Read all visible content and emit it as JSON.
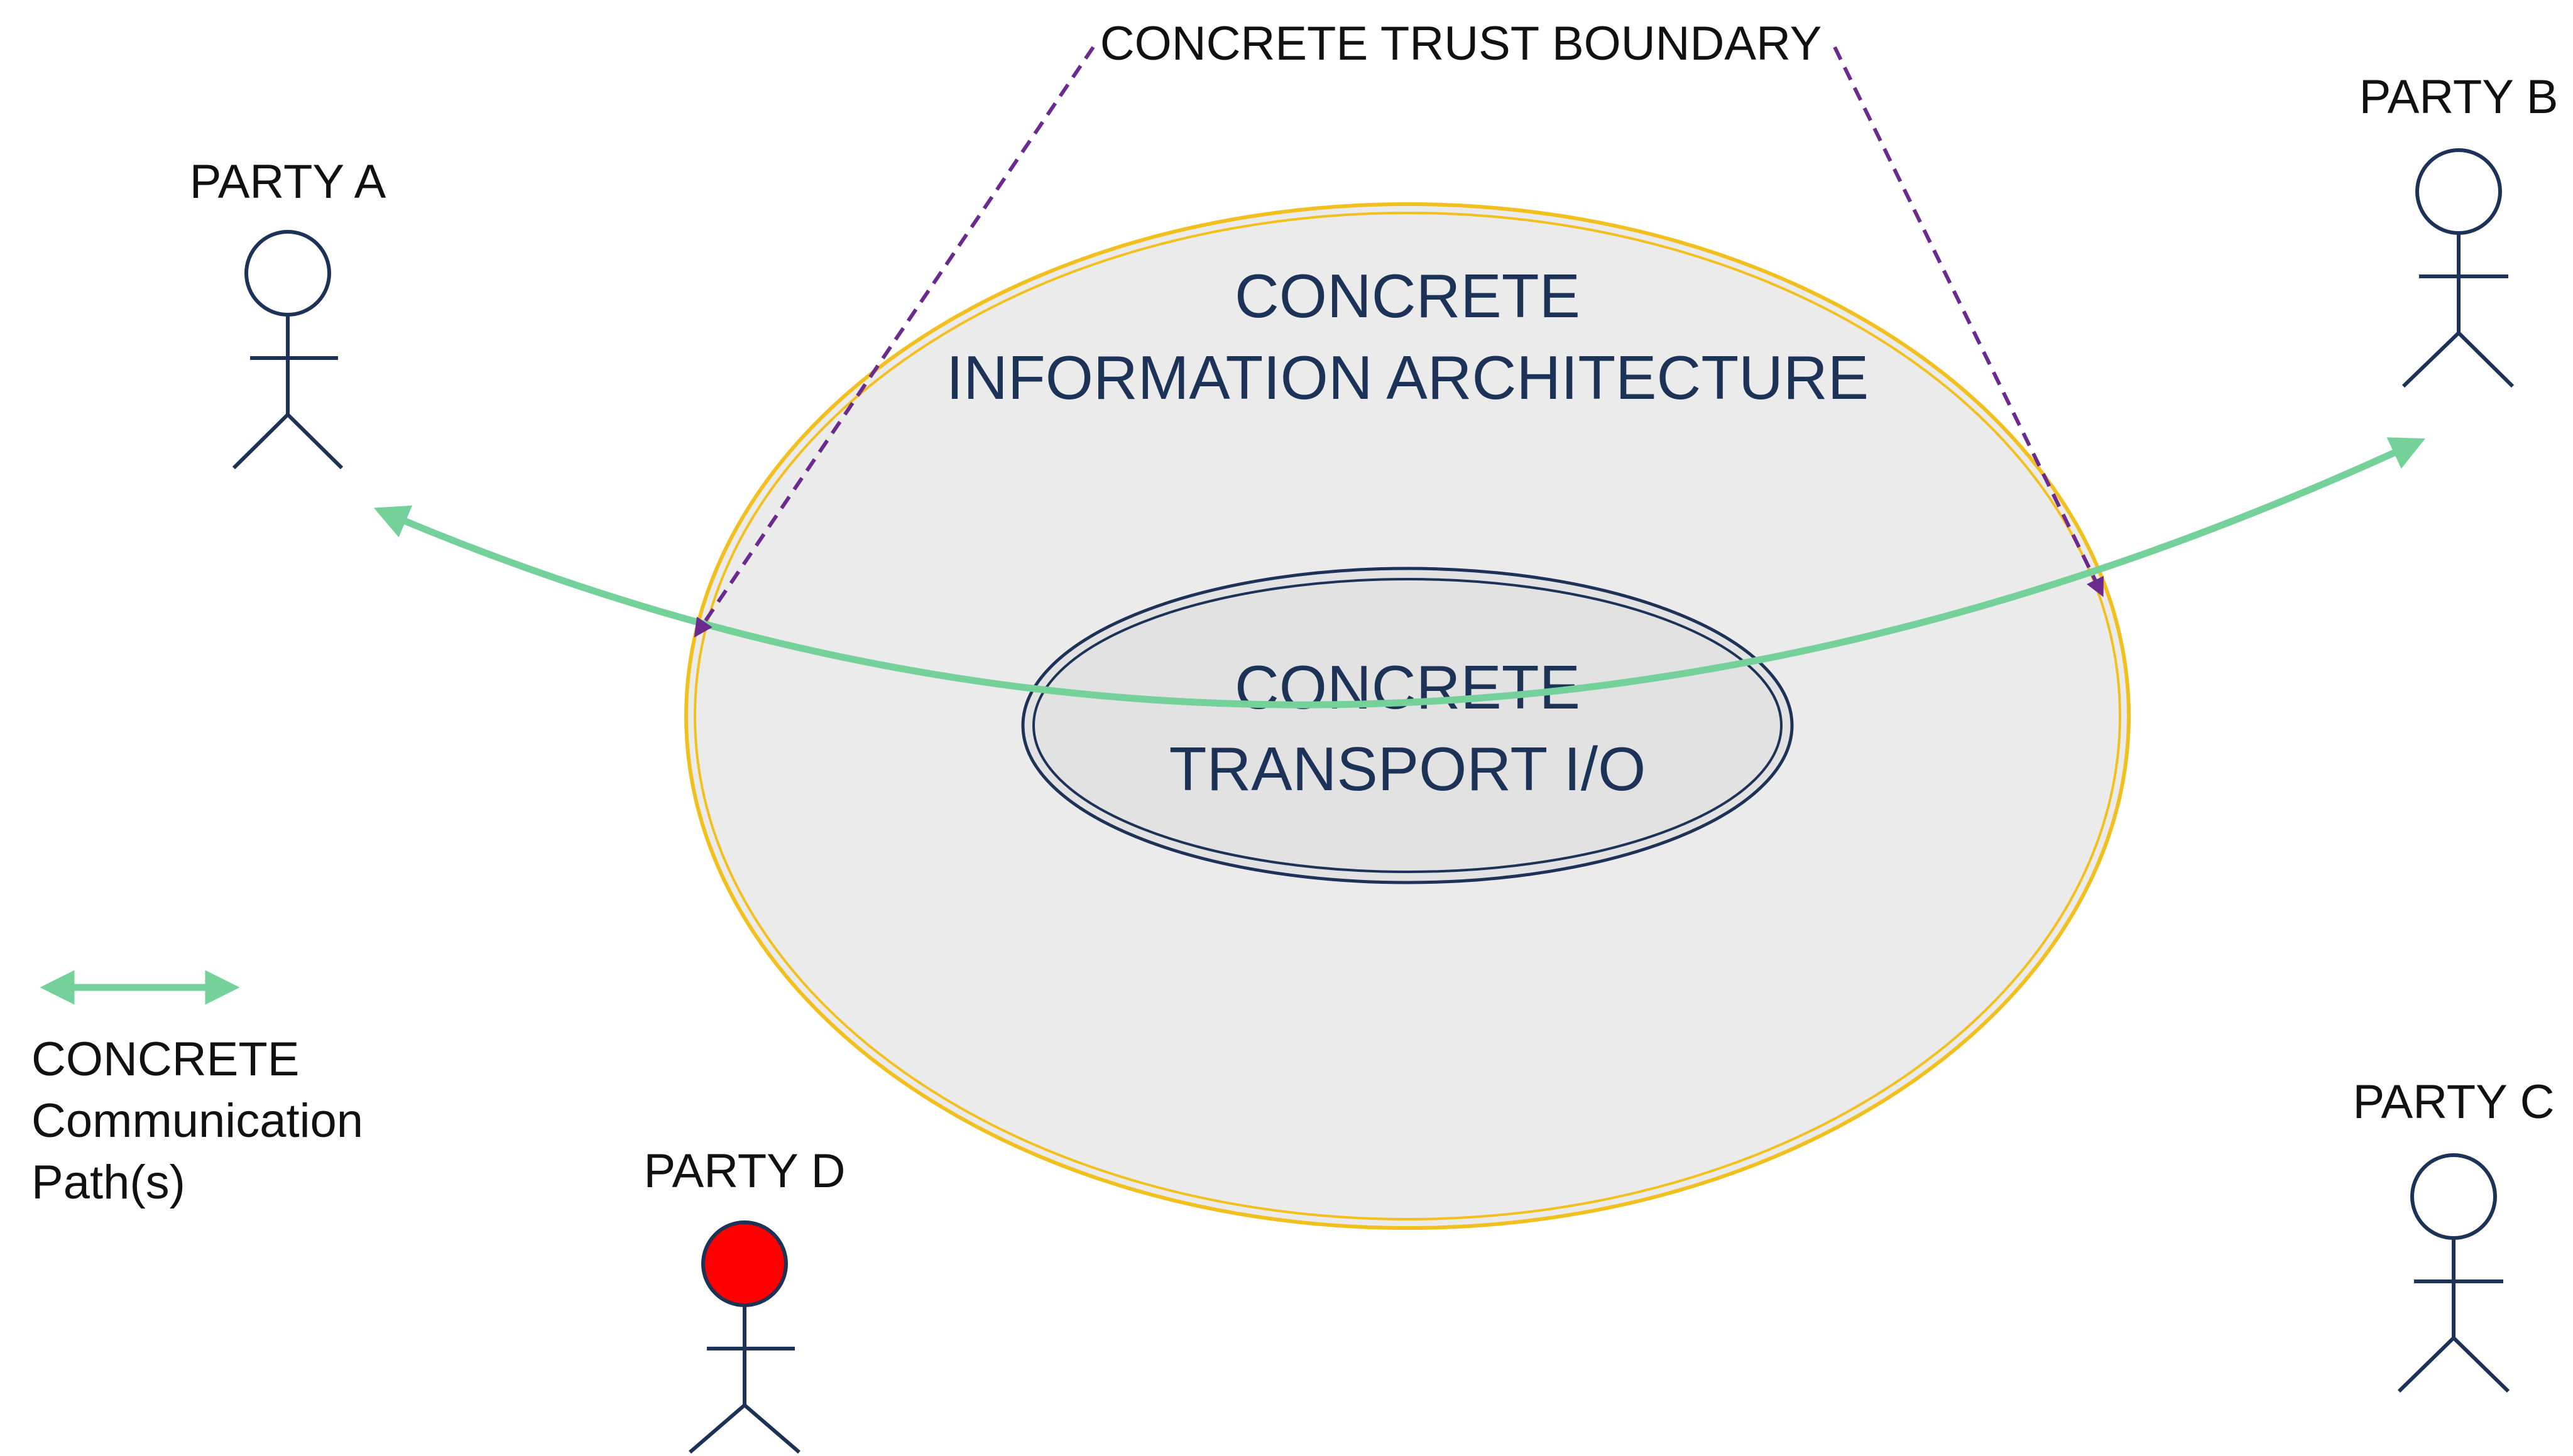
{
  "boundary": {
    "label": "CONCRETE TRUST BOUNDARY"
  },
  "outer": {
    "line1": "CONCRETE",
    "line2": "INFORMATION ARCHITECTURE"
  },
  "inner": {
    "line1": "CONCRETE",
    "line2": "TRANSPORT I/O"
  },
  "parties": {
    "a": "PARTY A",
    "b": "PARTY B",
    "c": "PARTY C",
    "d": "PARTY D"
  },
  "legend": {
    "line1": "CONCRETE",
    "line2": "Communication",
    "line3": "Path(s)"
  },
  "colors": {
    "outer_fill": "#ebebeb",
    "outer_stroke": "#f2c01e",
    "inner_fill": "#e2e2e2",
    "inner_stroke": "#1c3257",
    "path": "#74d19a",
    "boundary": "#6b2a8e",
    "figure": "#1c3257",
    "party_d_head": "#ff0000"
  }
}
